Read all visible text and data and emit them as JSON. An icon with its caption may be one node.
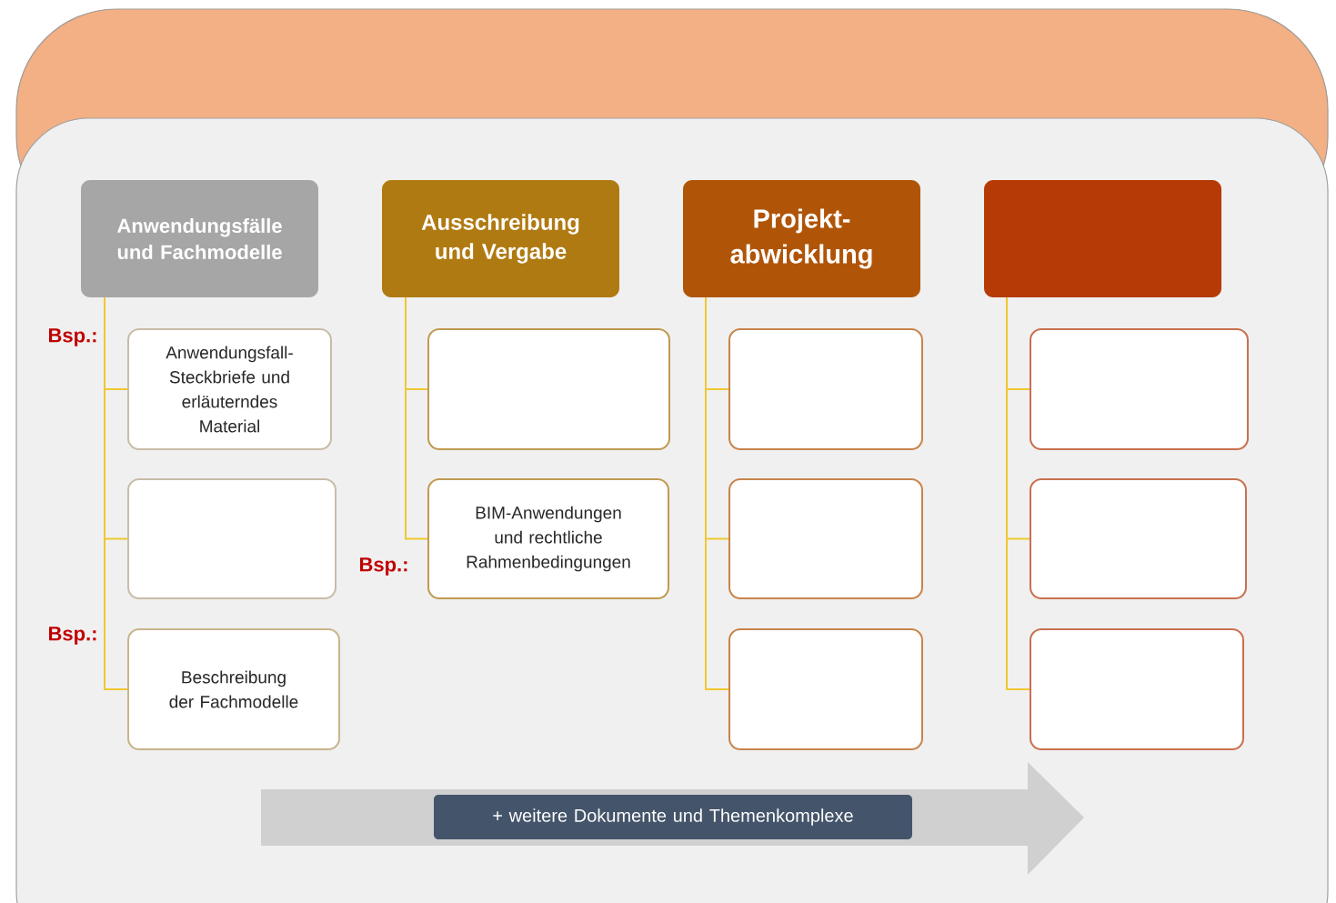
{
  "diagram": {
    "nodes": [
      {
        "text": [
          "Anwendungsfälle und Fachmodelle"
        ]
      },
      {
        "text": [
          "Ausschreibung und Vergabe"
        ]
      },
      {
        "text": [
          "Projekt-abwicklung"
        ]
      },
      {
        "text": [],
        "shape": "box"
      },
      {
        "text": [
          "Anwendungsfall-Steckbriefe und erläuterndes Material"
        ]
      },
      {
        "text": [],
        "shape": "box"
      },
      {
        "text": [
          "Beschreibung der Fachmodelle"
        ]
      },
      {
        "text": [],
        "shape": "box"
      },
      {
        "text": [
          "BIM-Anwendungen und rechtliche Rahmenbedingungen"
        ]
      },
      {
        "text": [],
        "shape": "box"
      },
      {
        "text": [],
        "shape": "box"
      },
      {
        "text": [],
        "shape": "box"
      },
      {
        "text": [],
        "shape": "box"
      },
      {
        "text": [],
        "shape": "box"
      },
      {
        "text": [],
        "shape": "box"
      },
      {
        "text": [
          "+ weitere Dokumente und Themenkomplexe"
        ]
      }
    ],
    "edges": [
      {
        "from": 0,
        "to": 4,
        "arrow": "none"
      },
      {
        "from": 0,
        "to": 5,
        "arrow": "none"
      },
      {
        "from": 0,
        "to": 6,
        "arrow": "none"
      },
      {
        "from": 1,
        "to": 7,
        "arrow": "none"
      },
      {
        "from": 1,
        "to": 8,
        "arrow": "none"
      },
      {
        "from": 2,
        "to": 9,
        "arrow": "none"
      },
      {
        "from": 2,
        "to": 10,
        "arrow": "none"
      },
      {
        "from": 2,
        "to": 11,
        "arrow": "none"
      },
      {
        "from": 3,
        "to": 12,
        "arrow": "none"
      },
      {
        "from": 3,
        "to": 13,
        "arrow": "none"
      },
      {
        "from": 3,
        "to": 14,
        "arrow": "none"
      }
    ],
    "labels": [
      "Bsp.:",
      "Bsp.:",
      "Bsp.:"
    ]
  }
}
